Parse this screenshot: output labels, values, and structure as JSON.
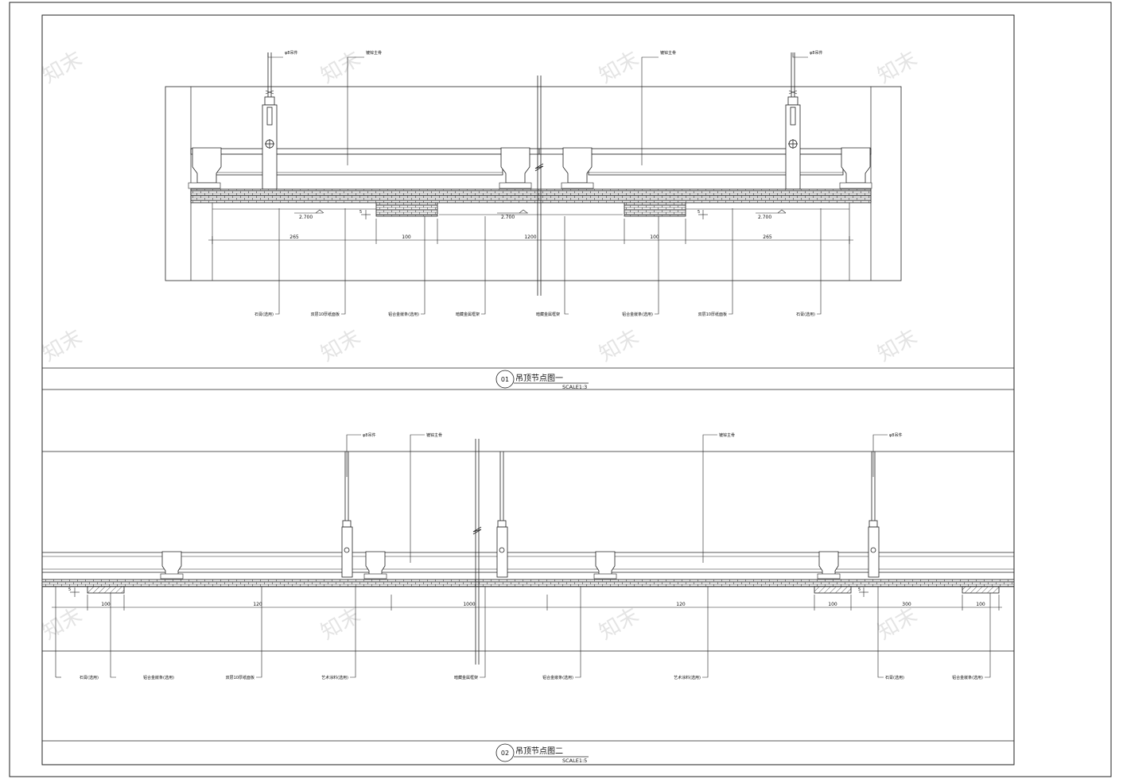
{
  "watermark": "知末",
  "detail_1": {
    "number": "01",
    "title": "吊顶节点图一",
    "scale": "SCALE1:3",
    "top_labels": [
      "φ8吊件",
      "镀锌主骨",
      "镀锌主骨",
      "φ8吊件"
    ],
    "elevations": [
      "2.700",
      "2.700",
      "2.700"
    ],
    "offset_marks": [
      "5",
      "5"
    ],
    "dimensions": [
      "265",
      "100",
      "1200",
      "100",
      "265"
    ],
    "bottom_labels": [
      "石膏(选用)",
      "双层10厚纸面板",
      "铝合金嵌条(选用)",
      "暗藏金属框架",
      "暗藏金属框架",
      "铝合金嵌条(选用)",
      "双层10厚纸面板",
      "石膏(选用)"
    ]
  },
  "detail_2": {
    "number": "02",
    "title": "吊顶节点图二",
    "scale": "SCALE1:5",
    "top_labels": [
      "φ8吊件",
      "镀锌主骨",
      "镀锌主骨",
      "φ8吊件"
    ],
    "offset_marks": [
      "5",
      "5"
    ],
    "dimensions": [
      "100",
      "120",
      "1000",
      "120",
      "100",
      "300",
      "100"
    ],
    "bottom_labels": [
      "石膏(选用)",
      "铝合金嵌条(选用)",
      "双层10厚纸面板",
      "艺术涂料(选用)",
      "暗藏金属框架",
      "铝合金嵌条(选用)",
      "艺术涂料(选用)",
      "石膏(选用)",
      "铝合金嵌条(选用)"
    ]
  }
}
